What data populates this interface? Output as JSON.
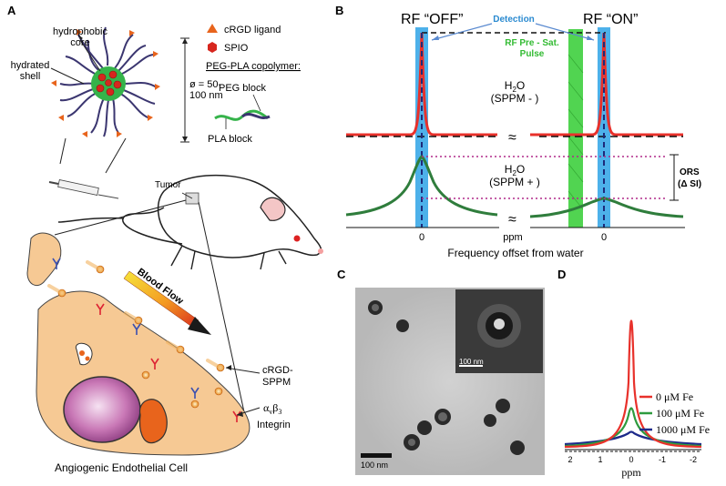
{
  "panels": {
    "a": "A",
    "b": "B",
    "c": "C",
    "d": "D"
  },
  "panel_a": {
    "hydrophobic_core": [
      "hydrophobic",
      "core"
    ],
    "hydrated_shell": [
      "hydrated",
      "shell"
    ],
    "legend_crgd": "cRGD ligand",
    "legend_spio": "SPIO",
    "copolymer_title": "PEG-PLA copolymer:",
    "diameter": [
      "ø = 50-",
      "100 nm"
    ],
    "peg_block": "PEG block",
    "pla_block": "PLA block",
    "tumor": "Tumor",
    "blood_flow": "Blood Flow",
    "crgd_sppm": [
      "cRGD-",
      "SPPM"
    ],
    "integrin_alpha": "α",
    "integrin_v": "v",
    "integrin_beta": "β",
    "integrin_3": "3",
    "integrin": "Integrin",
    "cell_label": "Angiogenic Endothelial Cell"
  },
  "panel_b": {
    "rf_off": "RF “OFF”",
    "rf_on": "RF “ON”",
    "detection": "Detection",
    "presat": [
      "RF Pre - Sat.",
      "Pulse"
    ],
    "h2o": "H",
    "h2o_sub": "2",
    "h2o_o": "O",
    "sppm_minus": "(SPPM - )",
    "sppm_plus": "(SPPM + )",
    "ors": [
      "ORS",
      "(Δ SI)"
    ],
    "tick_zero": "0",
    "ppm": "ppm",
    "xlabel": "Frequency offset from water",
    "colors": {
      "red": "#e8312b",
      "green": "#2f7d3c",
      "blue": "#3aa9e8",
      "presat": "#33cc33",
      "navy": "#1d2a7a"
    }
  },
  "panel_c": {
    "inset_scale": "100 nm",
    "scale": "100 nm"
  },
  "panel_d": {
    "xlabel": "ppm",
    "xticks": [
      "2",
      "1",
      "0",
      "-1",
      "-2"
    ],
    "legend": [
      {
        "label": "0 μM Fe",
        "color": "#e8312b"
      },
      {
        "label": "100 μM Fe",
        "color": "#2e9a3e"
      },
      {
        "label": "1000 μM Fe",
        "color": "#1d2a8a"
      }
    ]
  }
}
